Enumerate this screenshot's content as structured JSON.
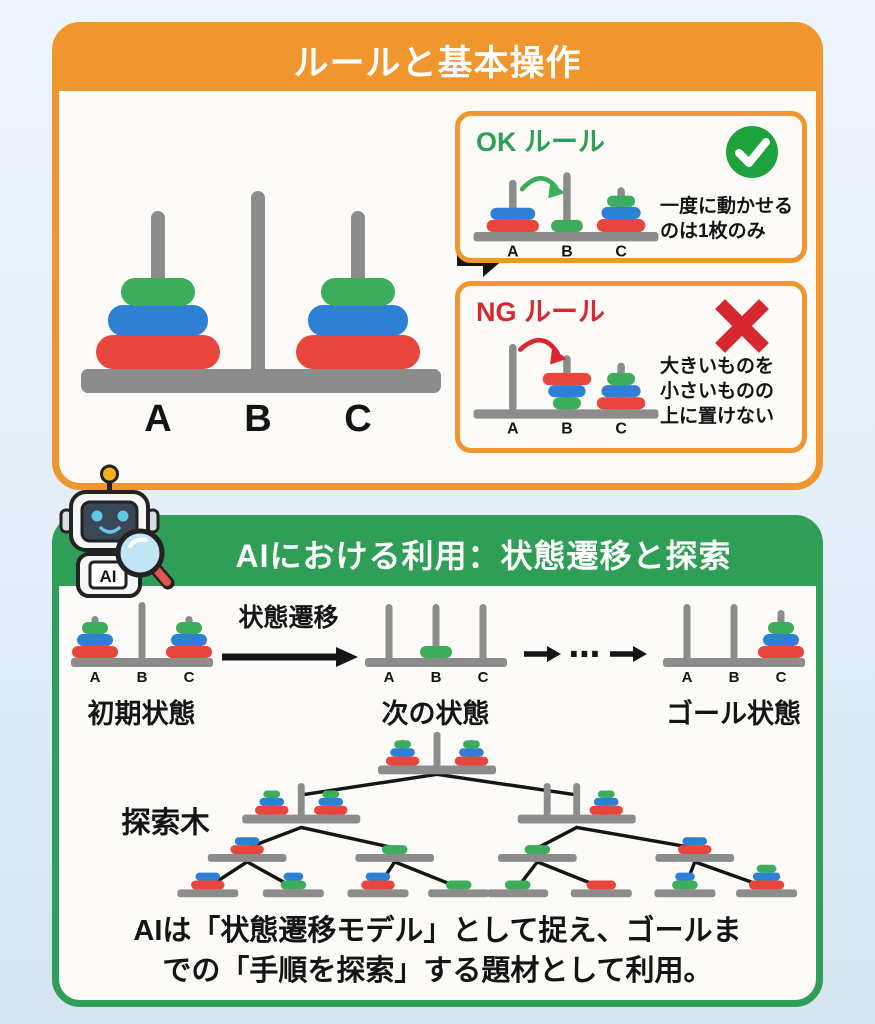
{
  "colors": {
    "page_background": "#e3eef8",
    "panel_background": "#fcfbf8",
    "orange_accent": "#f0962e",
    "green_accent": "#2f9e57",
    "disk_red": "#e8463c",
    "disk_blue": "#2e80d5",
    "disk_green": "#3bad5b",
    "peg_gray": "#8c8c8c",
    "check_green": "#1ea23c",
    "cross_red": "#d7282f",
    "text_dark": "#141414"
  },
  "rules_section": {
    "title": "ルールと基本操作",
    "main_pegs": [
      "A",
      "B",
      "C"
    ],
    "ok_rule": {
      "label": "OK ルール",
      "icon": "check-circle-icon",
      "pegs": [
        "A",
        "B",
        "C"
      ],
      "lines": [
        "一度に動かせる",
        "のは1枚のみ"
      ]
    },
    "ng_rule": {
      "label": "NG ルール",
      "icon": "cross-icon",
      "pegs": [
        "A",
        "B",
        "C"
      ],
      "lines": [
        "大きいものを",
        "小さいものの",
        "上に置けない"
      ]
    }
  },
  "ai_section": {
    "title": "AIにおける利用：状態遷移と探索",
    "robot_badge": "AI",
    "transition_label": "状態遷移",
    "ellipsis": "⋯",
    "states": [
      {
        "pegs": [
          "A",
          "B",
          "C"
        ],
        "caption": "初期状態"
      },
      {
        "pegs": [
          "A",
          "B",
          "C"
        ],
        "caption": "次の状態"
      },
      {
        "pegs": [
          "A",
          "B",
          "C"
        ],
        "caption": "ゴール状態"
      }
    ],
    "tree_label": "探索木",
    "summary_lines": [
      "AIは「状態遷移モデル」として捉え、ゴールま",
      "での「手順を探索」する題材として利用。"
    ]
  }
}
